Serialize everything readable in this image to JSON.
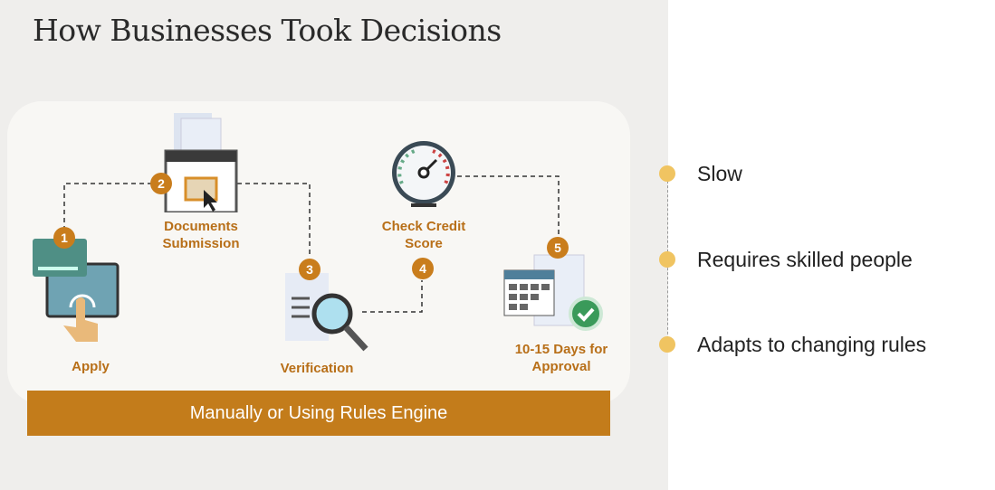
{
  "title": "How Businesses Took Decisions",
  "steps": [
    {
      "number": "1",
      "label": "Apply"
    },
    {
      "number": "2",
      "label": "Documents Submission"
    },
    {
      "number": "3",
      "label": "Verification"
    },
    {
      "number": "4",
      "label": "Check Credit Score"
    },
    {
      "number": "5",
      "label": "10-15 Days for Approval"
    }
  ],
  "banner": "Manually or Using Rules Engine",
  "bullets": [
    "Slow",
    "Requires skilled people",
    "Adapts to changing rules"
  ],
  "colors": {
    "accent": "#c37c1b",
    "bullet": "#f0c461"
  }
}
